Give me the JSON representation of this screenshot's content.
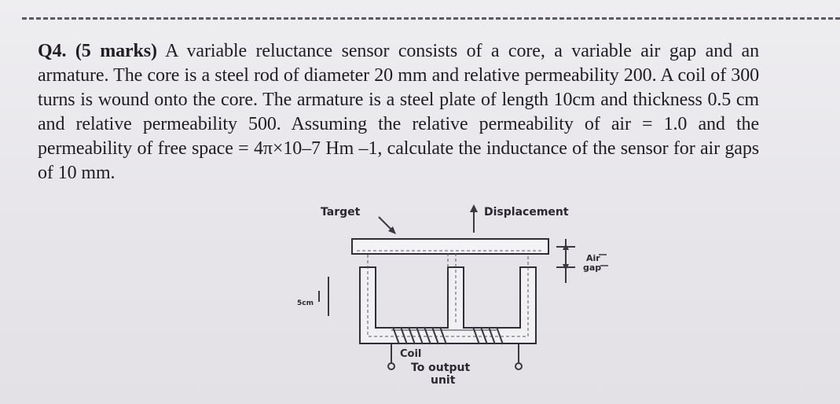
{
  "question": {
    "label": "Q4.",
    "marks": "(5 marks)",
    "text": "A variable reluctance sensor consists of a core, a variable air gap and an armature. The core is a steel rod of diameter 20 mm and relative permeability 200. A coil of 300 turns is wound onto the core. The armature is a steel plate of length 10cm and thickness 0.5 cm and relative permeability 500. Assuming the relative permeability of air = 1.0 and the permeability of free space = 4π×10–7 Hm –1, calculate the inductance of the sensor for air gaps of 10 mm."
  },
  "figure": {
    "target_label": "Target",
    "displacement_label": "Displacement",
    "air_gap_label_1": "Air",
    "air_gap_label_2": "gap",
    "dimension_label": "5cm",
    "coil_label": "Coil",
    "output_label_1": "To output",
    "output_label_2": "unit"
  }
}
